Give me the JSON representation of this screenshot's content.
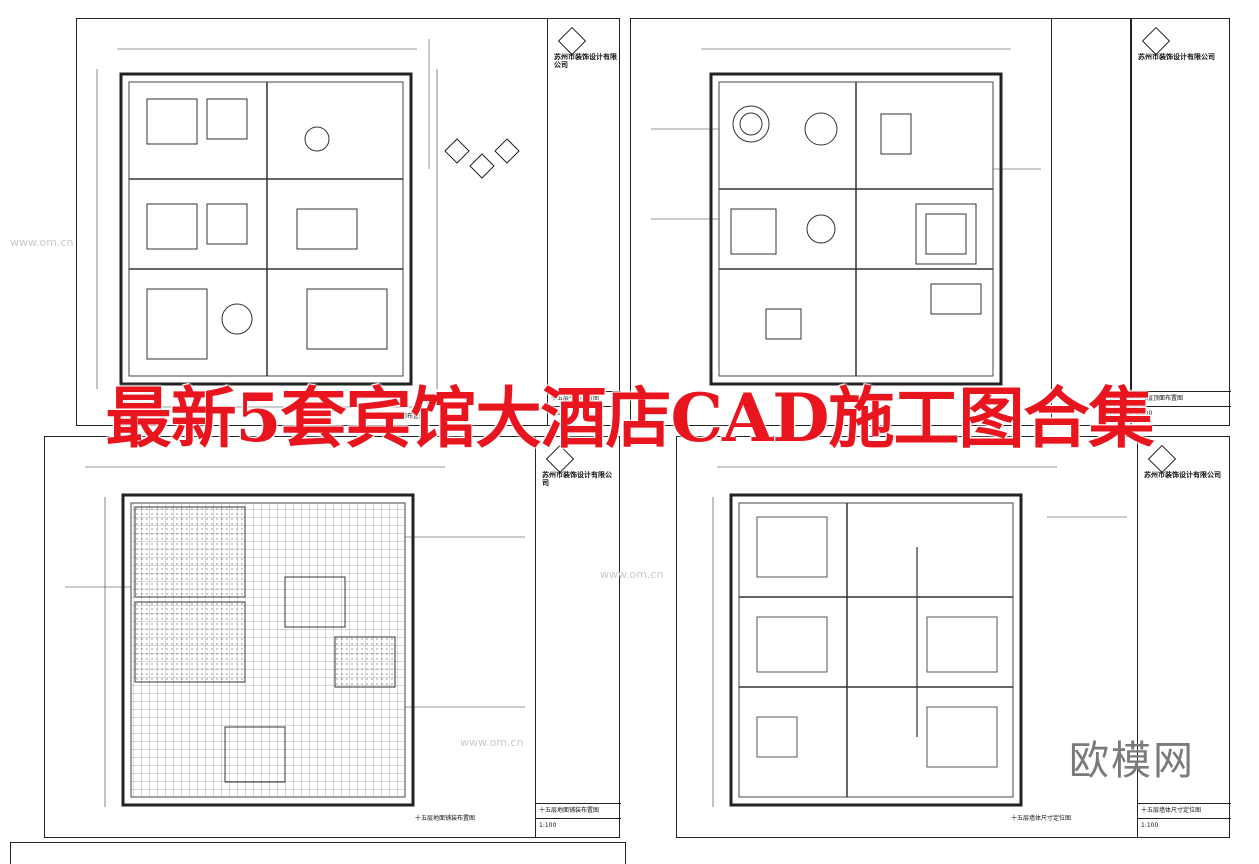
{
  "banner": {
    "title": "最新5套宾馆大酒店CAD施工图合集"
  },
  "watermark": {
    "brand": "欧模网",
    "faint_url": "www.om.cn"
  },
  "sheets": [
    {
      "id": "top-left",
      "company": "苏州市装饰设计有限公司",
      "drawing_title": "十五层平面布置图",
      "scale": "1:100"
    },
    {
      "id": "top-right",
      "company": "苏州市装饰设计有限公司",
      "drawing_title": "十五层顶面布置图",
      "scale": "1:100"
    },
    {
      "id": "bottom-left",
      "company": "苏州市装饰设计有限公司",
      "drawing_title": "十五层地面铺装布置图",
      "scale": "1:100"
    },
    {
      "id": "bottom-right",
      "company": "苏州市装饰设计有限公司",
      "drawing_title": "十五层墙体尺寸定位图",
      "scale": "1:100"
    }
  ],
  "colors": {
    "banner": "#e8141e",
    "linework": "#222222",
    "watermark": "#7a7a7a"
  }
}
